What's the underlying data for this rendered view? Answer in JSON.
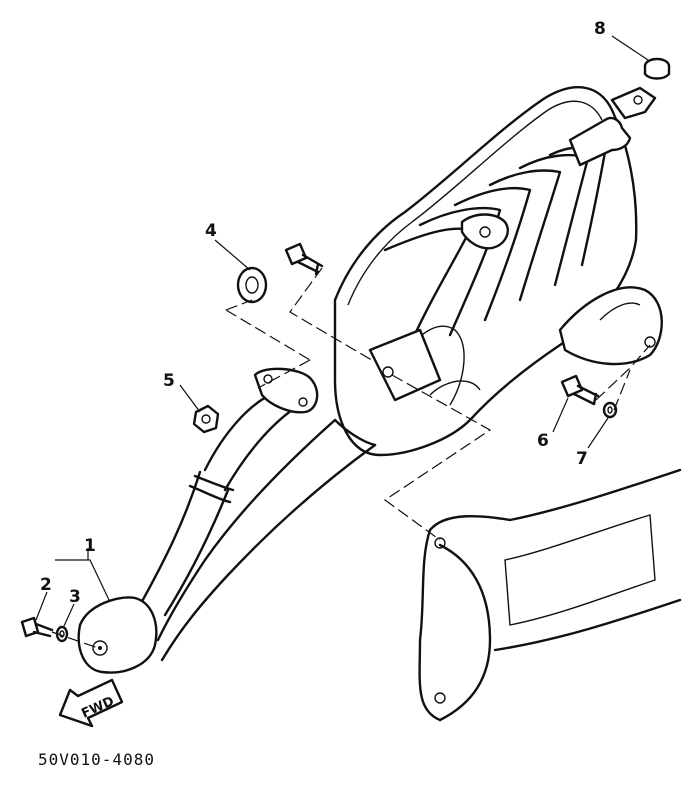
{
  "callouts": {
    "c1": "1",
    "c2": "2",
    "c3": "3",
    "c4": "4",
    "c5": "5",
    "c6": "6",
    "c7": "7",
    "c8": "8"
  },
  "fwd_label": "FWD",
  "part_code": "50V010-4080"
}
